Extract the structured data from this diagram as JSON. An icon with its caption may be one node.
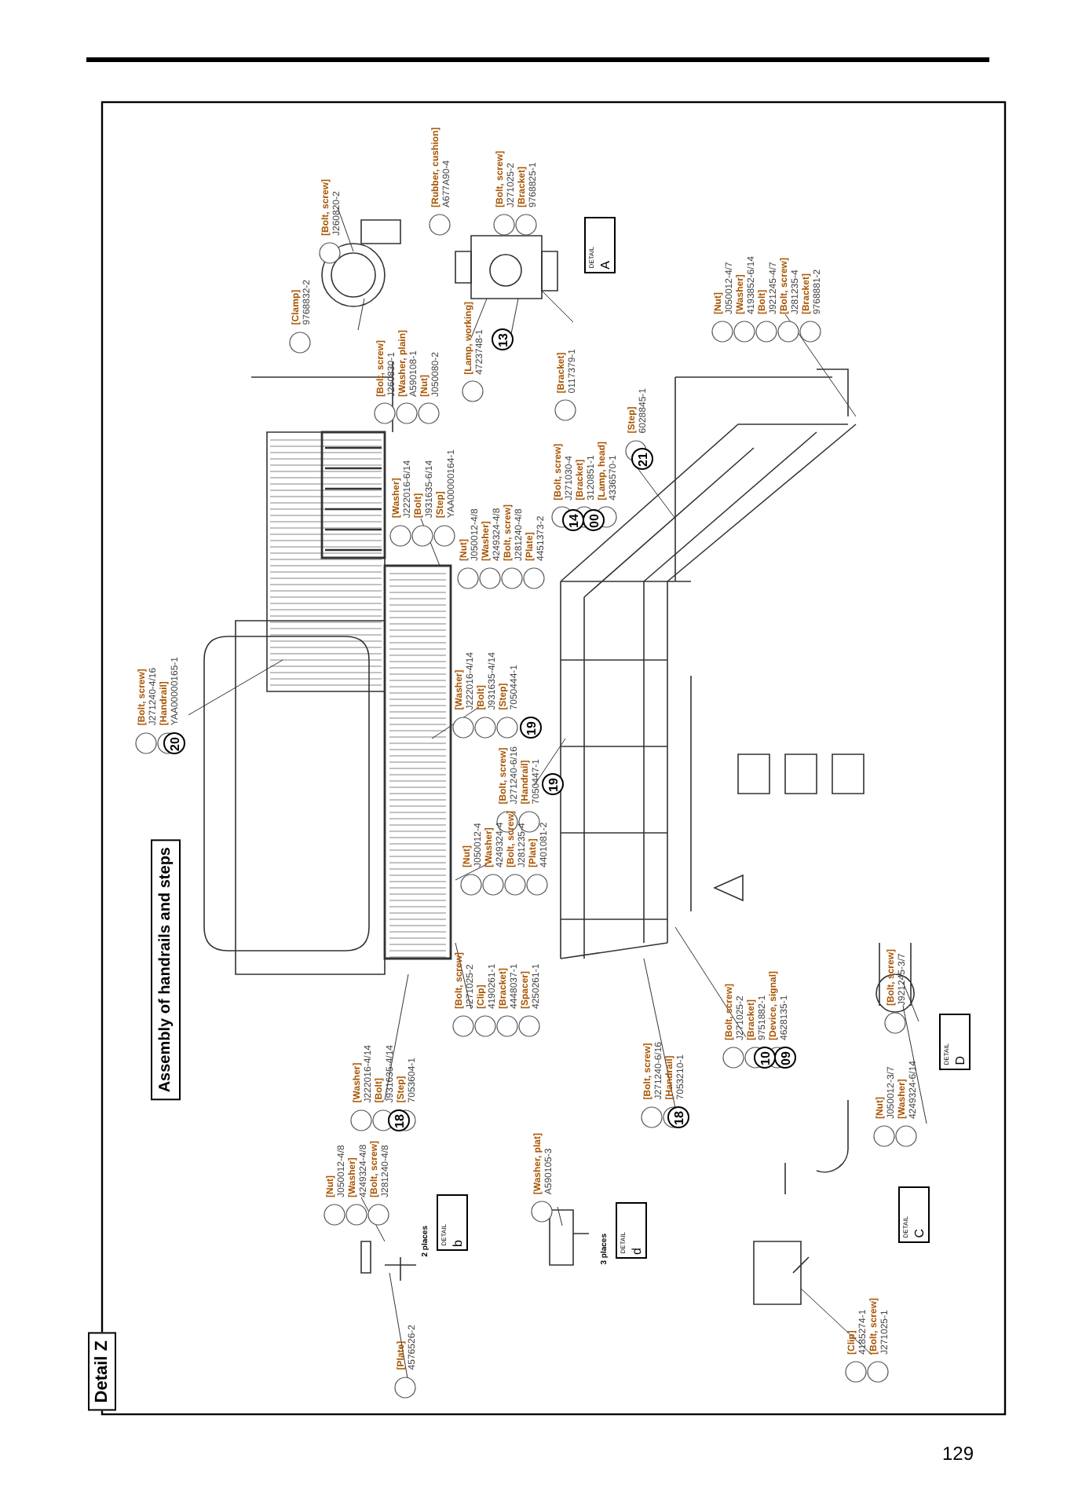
{
  "diagram": {
    "title": "Assembly of handrails and steps",
    "labels": [
      "Detail Z",
      "[Bolt, screw]",
      "J260820-2",
      "[Rubber, cushion]",
      "A677A90-4",
      "[Bolt, screw]",
      "J271025-2",
      "[Bracket]",
      "9768825-1",
      "[Clamp]",
      "9768832-2",
      "[Bolt, screw]",
      "J260830-1",
      "[Washer, plain]",
      "A590108-1",
      "[Nut]",
      "J050080-2",
      "[Lamp, working]",
      "4723748-1",
      "13",
      "[Bracket]",
      "0117379-1",
      "[Washer]",
      "J222016-6/14",
      "[Bolt]",
      "J931635-6/14",
      "[Step]",
      "YAA00000164-1",
      "[Nut]",
      "J050012-4/8",
      "[Washer]",
      "4249324-4/8",
      "[Bolt, screw]",
      "J281240-4/8",
      "[Plate]",
      "4451373-2",
      "[Bolt, screw]",
      "J271030-4",
      "[Bracket]",
      "3120851-1",
      "[Lamp, head]",
      "4336570-1",
      "14",
      "00",
      "[Step]",
      "6028845-1",
      "21",
      "[Nut]",
      "J050012-4/7",
      "[Washer]",
      "4193852-6/14",
      "[Bolt]",
      "J921245-4/7",
      "[Bolt, screw]",
      "J281235-4",
      "[Bracket]",
      "9768881-2",
      "[Bolt, screw]",
      "J271240-4/16",
      "[Handrail]",
      "YAA00000165-1",
      "20",
      "[Washer]",
      "J222016-4/14",
      "[Bolt]",
      "J931635-4/14",
      "[Step]",
      "7050444-1",
      "19",
      "[Bolt, screw]",
      "J271240-6/16",
      "[Handrail]",
      "7050447-1",
      "19",
      "[Nut]",
      "J050012-4",
      "[Washer]",
      "4249324-4",
      "[Bolt, screw]",
      "J281235-4",
      "[Plate]",
      "4401081-2",
      "[Bolt, screw]",
      "J271025-2",
      "[Clip]",
      "4190261-1",
      "[Bracket]",
      "4448037-1",
      "[Spacer]",
      "4250261-1",
      "[Washer]",
      "J222016-4/14",
      "[Bolt]",
      "J931635-4/14",
      "[Step]",
      "7053604-1",
      "18",
      "[Bolt, screw]",
      "J271240-6/16",
      "[Handrail]",
      "7053210-1",
      "18",
      "[Bolt, screw]",
      "J271025-2",
      "[Bracket]",
      "9751882-1",
      "[Device, signal]",
      "4628135-1",
      "10",
      "09",
      "[Bolt, screw]",
      "J921245-3/7",
      "[Nut]",
      "J050012-3/7",
      "[Washer]",
      "4249324-6/14",
      "[Nut]",
      "J050012-4/8",
      "[Washer]",
      "4249324-4/8",
      "[Bolt, screw]",
      "J281240-4/8",
      "[Plate]",
      "4576526-2",
      "[Washer, plat]",
      "A590105-3",
      "[Clip]",
      "4185274-1",
      "[Bolt, screw]",
      "J271025-1",
      "DETAIL",
      "A",
      "2 places",
      "DETAIL",
      "b",
      "3 places",
      "DETAIL",
      "d",
      "DETAIL",
      "C",
      "DETAIL",
      "D",
      "129"
    ]
  }
}
